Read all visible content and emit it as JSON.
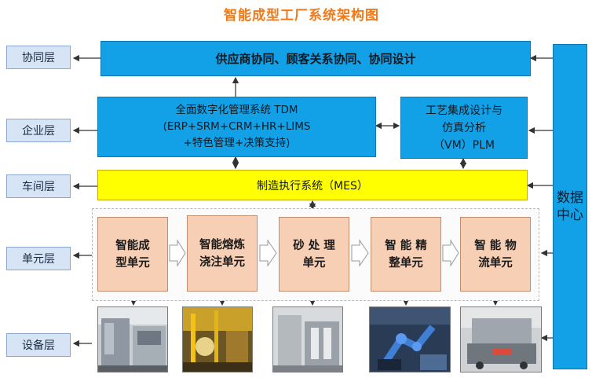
{
  "title": "智能成型工厂系统架构图",
  "layers": {
    "collab": "协同层",
    "enterprise": "企业层",
    "workshop": "车间层",
    "unit": "单元层",
    "equipment": "设备层"
  },
  "boxes": {
    "collab": "供应商协同、顾客关系协同、协同设计",
    "tdm_line1": "全面数字化管理系统 TDM",
    "tdm_line2": "(ERP+SRM+CRM+HR+LIMS",
    "tdm_line3": "+特色管理+决策支持)",
    "plm_line1": "工艺集成设计与",
    "plm_line2": "仿真分析",
    "plm_line3": "（VM）PLM",
    "mes": "制造执行系统（MES）",
    "data_center_line1": "数据",
    "data_center_line2": "中心"
  },
  "units": [
    {
      "line1": "智能成",
      "line2": "型单元"
    },
    {
      "line1": "智能熔炼",
      "line2": "浇注单元"
    },
    {
      "line1": "砂 处 理",
      "line2": "单元"
    },
    {
      "line1": "智 能 精",
      "line2": "整单元"
    },
    {
      "line1": "智 能 物",
      "line2": "流单元"
    }
  ],
  "colors": {
    "title": "#f07a1a",
    "system_box": "#12a1e6",
    "mes_box": "#ffff00",
    "unit_box": "#f7cfb4",
    "layer_label": "#d6e4f5"
  }
}
